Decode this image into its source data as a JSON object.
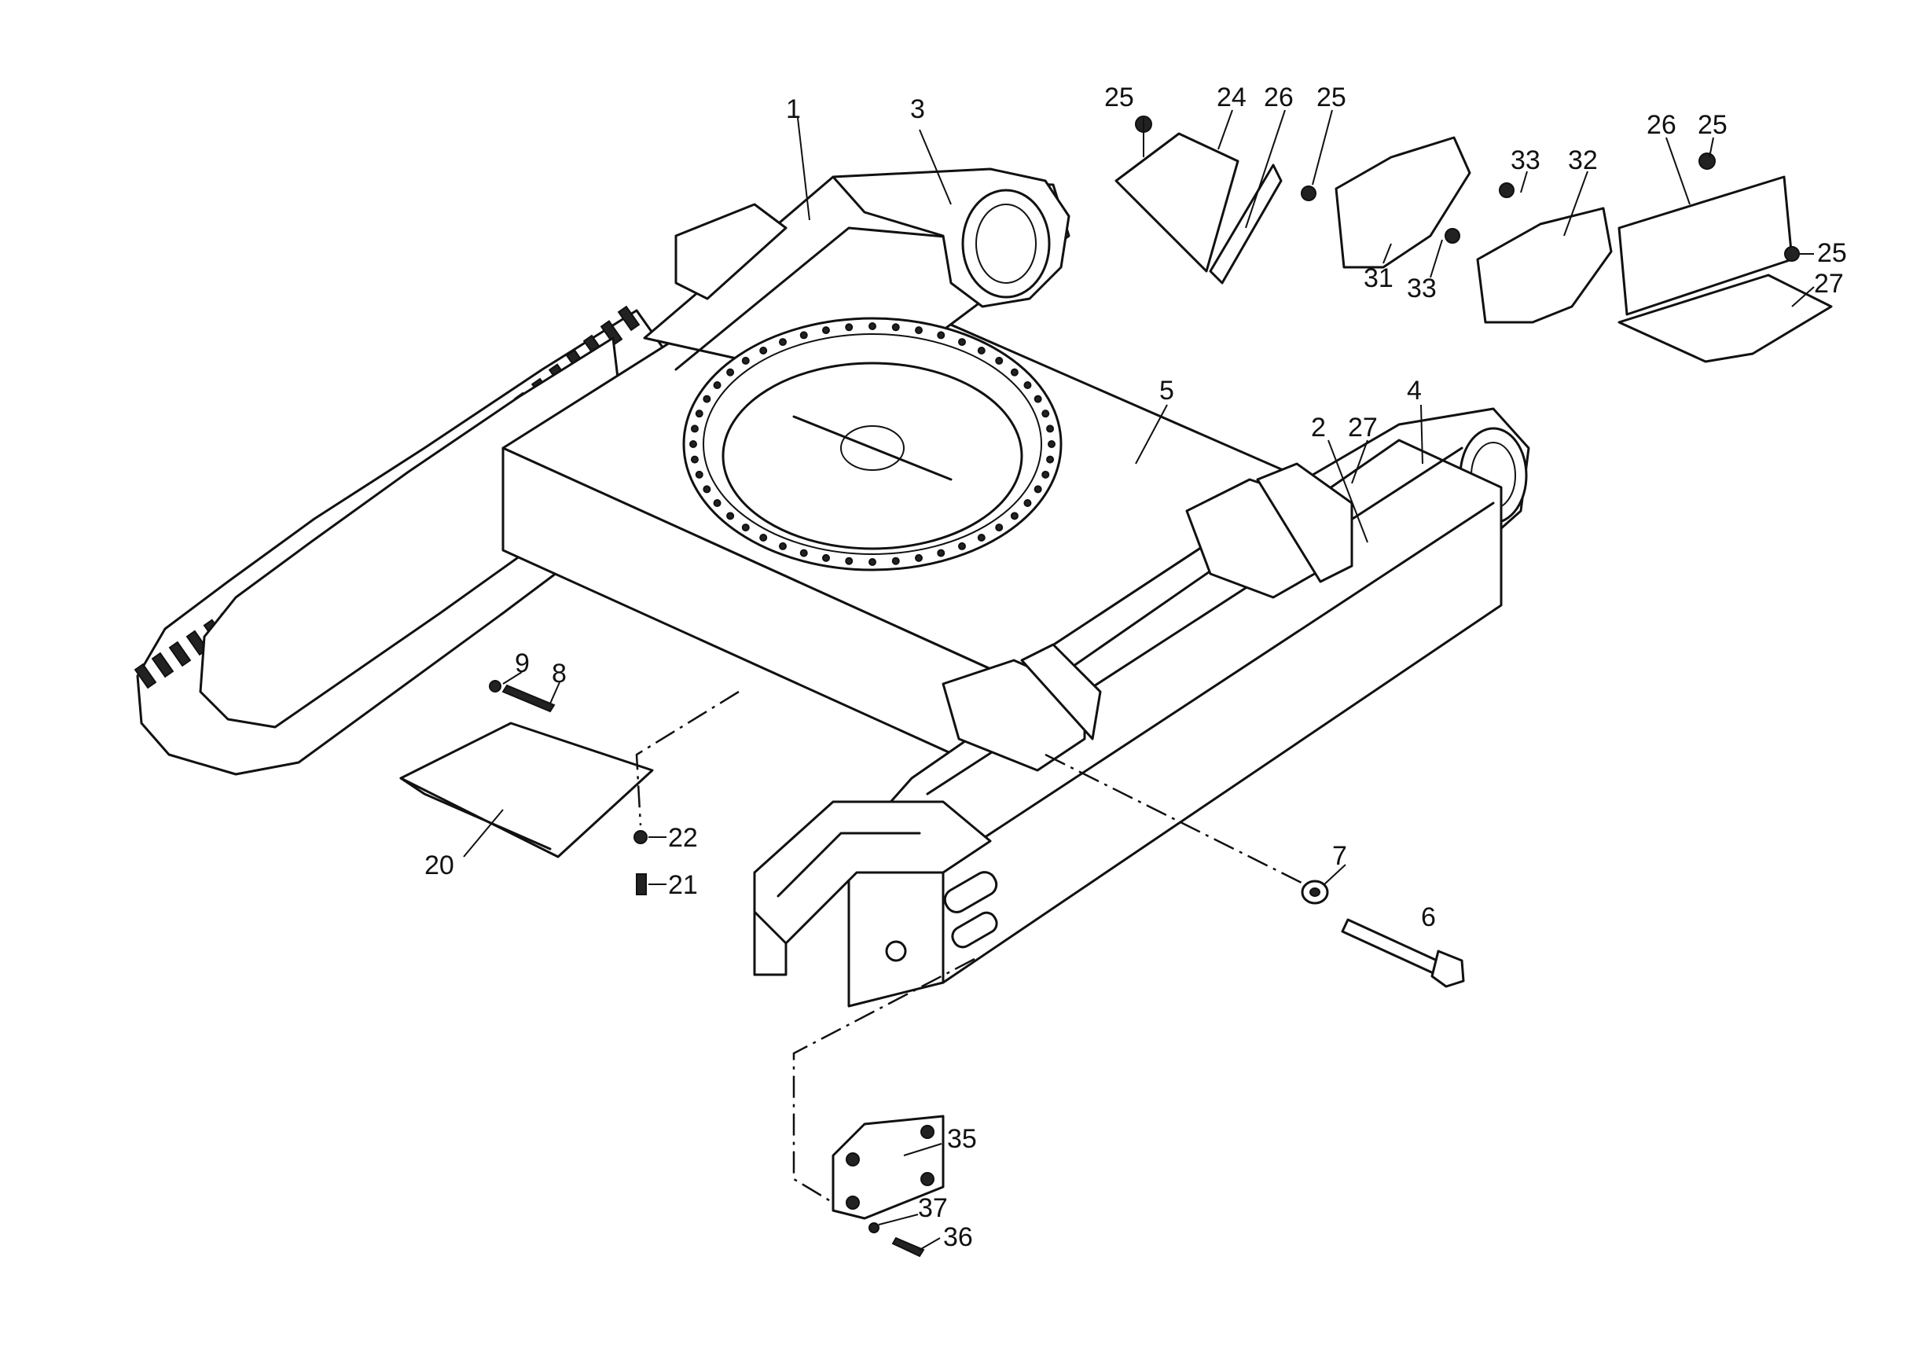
{
  "figure": {
    "type": "exploded-parts-diagram",
    "callouts": [
      {
        "id": "c1",
        "label": "1"
      },
      {
        "id": "c3",
        "label": "3"
      },
      {
        "id": "c25a",
        "label": "25"
      },
      {
        "id": "c24",
        "label": "24"
      },
      {
        "id": "c26a",
        "label": "26"
      },
      {
        "id": "c25b",
        "label": "25"
      },
      {
        "id": "c33a",
        "label": "33"
      },
      {
        "id": "c32",
        "label": "32"
      },
      {
        "id": "c26b",
        "label": "26"
      },
      {
        "id": "c25c",
        "label": "25"
      },
      {
        "id": "c25d",
        "label": "25"
      },
      {
        "id": "c27a",
        "label": "27"
      },
      {
        "id": "c31",
        "label": "31"
      },
      {
        "id": "c33b",
        "label": "33"
      },
      {
        "id": "c5",
        "label": "5"
      },
      {
        "id": "c4",
        "label": "4"
      },
      {
        "id": "c2",
        "label": "2"
      },
      {
        "id": "c27b",
        "label": "27"
      },
      {
        "id": "c9",
        "label": "9"
      },
      {
        "id": "c8",
        "label": "8"
      },
      {
        "id": "c22",
        "label": "22"
      },
      {
        "id": "c20",
        "label": "20"
      },
      {
        "id": "c21",
        "label": "21"
      },
      {
        "id": "c7",
        "label": "7"
      },
      {
        "id": "c6",
        "label": "6"
      },
      {
        "id": "c35",
        "label": "35"
      },
      {
        "id": "c37",
        "label": "37"
      },
      {
        "id": "c36",
        "label": "36"
      }
    ]
  }
}
